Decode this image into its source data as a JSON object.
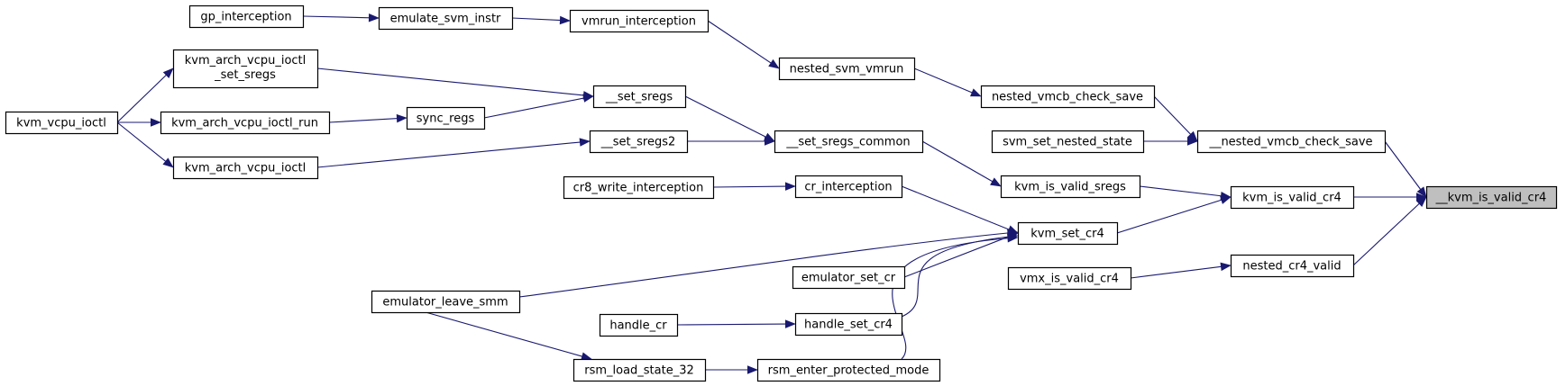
{
  "graph": {
    "nodes": [
      {
        "id": "kvm_is_valid_cr4_focus",
        "label": "__kvm_is_valid_cr4",
        "focus": true
      },
      {
        "id": "kvm_is_valid_cr4",
        "label": "kvm_is_valid_cr4"
      },
      {
        "id": "nested_cr4_valid",
        "label": "nested_cr4_valid"
      },
      {
        "id": "nested_vmcb_check_save_inner",
        "label": "__nested_vmcb_check_save"
      },
      {
        "id": "nested_vmcb_check_save",
        "label": "nested_vmcb_check_save"
      },
      {
        "id": "svm_set_nested_state",
        "label": "svm_set_nested_state"
      },
      {
        "id": "nested_svm_vmrun",
        "label": "nested_svm_vmrun"
      },
      {
        "id": "vmrun_interception",
        "label": "vmrun_interception"
      },
      {
        "id": "emulate_svm_instr",
        "label": "emulate_svm_instr"
      },
      {
        "id": "gp_interception",
        "label": "gp_interception"
      },
      {
        "id": "kvm_is_valid_sregs",
        "label": "kvm_is_valid_sregs"
      },
      {
        "id": "set_sregs_common",
        "label": "__set_sregs_common"
      },
      {
        "id": "set_sregs",
        "label": "__set_sregs"
      },
      {
        "id": "set_sregs2",
        "label": "__set_sregs2"
      },
      {
        "id": "kvm_arch_vcpu_ioctl_set_sregs",
        "label": "kvm_arch_vcpu_ioctl",
        "label2": "_set_sregs"
      },
      {
        "id": "sync_regs",
        "label": "sync_regs"
      },
      {
        "id": "kvm_arch_vcpu_ioctl_run",
        "label": "kvm_arch_vcpu_ioctl_run"
      },
      {
        "id": "kvm_arch_vcpu_ioctl",
        "label": "kvm_arch_vcpu_ioctl"
      },
      {
        "id": "kvm_vcpu_ioctl",
        "label": "kvm_vcpu_ioctl"
      },
      {
        "id": "kvm_set_cr4",
        "label": "kvm_set_cr4"
      },
      {
        "id": "cr_interception",
        "label": "cr_interception"
      },
      {
        "id": "cr8_write_interception",
        "label": "cr8_write_interception"
      },
      {
        "id": "emulator_set_cr",
        "label": "emulator_set_cr"
      },
      {
        "id": "emulator_leave_smm",
        "label": "emulator_leave_smm"
      },
      {
        "id": "handle_set_cr4",
        "label": "handle_set_cr4"
      },
      {
        "id": "handle_cr",
        "label": "handle_cr"
      },
      {
        "id": "rsm_enter_protected_mode",
        "label": "rsm_enter_protected_mode"
      },
      {
        "id": "rsm_load_state_32",
        "label": "rsm_load_state_32"
      },
      {
        "id": "vmx_is_valid_cr4",
        "label": "vmx_is_valid_cr4"
      }
    ],
    "edges": [
      {
        "from": "kvm_is_valid_cr4",
        "to": "kvm_is_valid_cr4_focus"
      },
      {
        "from": "nested_cr4_valid",
        "to": "kvm_is_valid_cr4_focus"
      },
      {
        "from": "nested_vmcb_check_save_inner",
        "to": "kvm_is_valid_cr4_focus"
      },
      {
        "from": "nested_vmcb_check_save",
        "to": "nested_vmcb_check_save_inner"
      },
      {
        "from": "svm_set_nested_state",
        "to": "nested_vmcb_check_save_inner"
      },
      {
        "from": "nested_svm_vmrun",
        "to": "nested_vmcb_check_save"
      },
      {
        "from": "vmrun_interception",
        "to": "nested_svm_vmrun"
      },
      {
        "from": "emulate_svm_instr",
        "to": "vmrun_interception"
      },
      {
        "from": "gp_interception",
        "to": "emulate_svm_instr"
      },
      {
        "from": "kvm_is_valid_sregs",
        "to": "kvm_is_valid_cr4"
      },
      {
        "from": "kvm_set_cr4",
        "to": "kvm_is_valid_cr4"
      },
      {
        "from": "set_sregs_common",
        "to": "kvm_is_valid_sregs"
      },
      {
        "from": "set_sregs",
        "to": "set_sregs_common"
      },
      {
        "from": "set_sregs2",
        "to": "set_sregs_common"
      },
      {
        "from": "kvm_arch_vcpu_ioctl_set_sregs",
        "to": "set_sregs"
      },
      {
        "from": "sync_regs",
        "to": "set_sregs"
      },
      {
        "from": "kvm_arch_vcpu_ioctl",
        "to": "set_sregs2"
      },
      {
        "from": "kvm_arch_vcpu_ioctl_run",
        "to": "sync_regs"
      },
      {
        "from": "kvm_vcpu_ioctl",
        "to": "kvm_arch_vcpu_ioctl_set_sregs"
      },
      {
        "from": "kvm_vcpu_ioctl",
        "to": "kvm_arch_vcpu_ioctl_run"
      },
      {
        "from": "kvm_vcpu_ioctl",
        "to": "kvm_arch_vcpu_ioctl"
      },
      {
        "from": "cr_interception",
        "to": "kvm_set_cr4"
      },
      {
        "from": "cr8_write_interception",
        "to": "cr_interception"
      },
      {
        "from": "emulator_leave_smm",
        "to": "kvm_set_cr4"
      },
      {
        "from": "emulator_set_cr",
        "to": "kvm_set_cr4"
      },
      {
        "from": "handle_set_cr4",
        "to": "kvm_set_cr4"
      },
      {
        "from": "rsm_enter_protected_mode",
        "to": "kvm_set_cr4"
      },
      {
        "from": "handle_cr",
        "to": "handle_set_cr4"
      },
      {
        "from": "rsm_load_state_32",
        "to": "rsm_enter_protected_mode"
      },
      {
        "from": "emulator_leave_smm",
        "to": "rsm_load_state_32"
      },
      {
        "from": "vmx_is_valid_cr4",
        "to": "nested_cr4_valid"
      }
    ]
  },
  "colors": {
    "edge": "#191970",
    "focus_fill": "#bfbfbf",
    "node_fill": "#ffffff",
    "node_border": "#000000"
  }
}
